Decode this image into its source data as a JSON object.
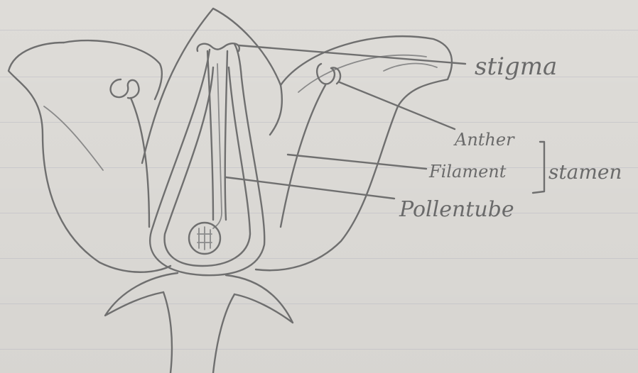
{
  "diagram": {
    "labels": {
      "stigma": "stigma",
      "anther": "Anther",
      "filament": "Filament",
      "stamen": "stamen",
      "pollen_tube": "Pollentube"
    },
    "pencil_color": "#6f6f6f",
    "paper_color": "#dedcd8"
  }
}
